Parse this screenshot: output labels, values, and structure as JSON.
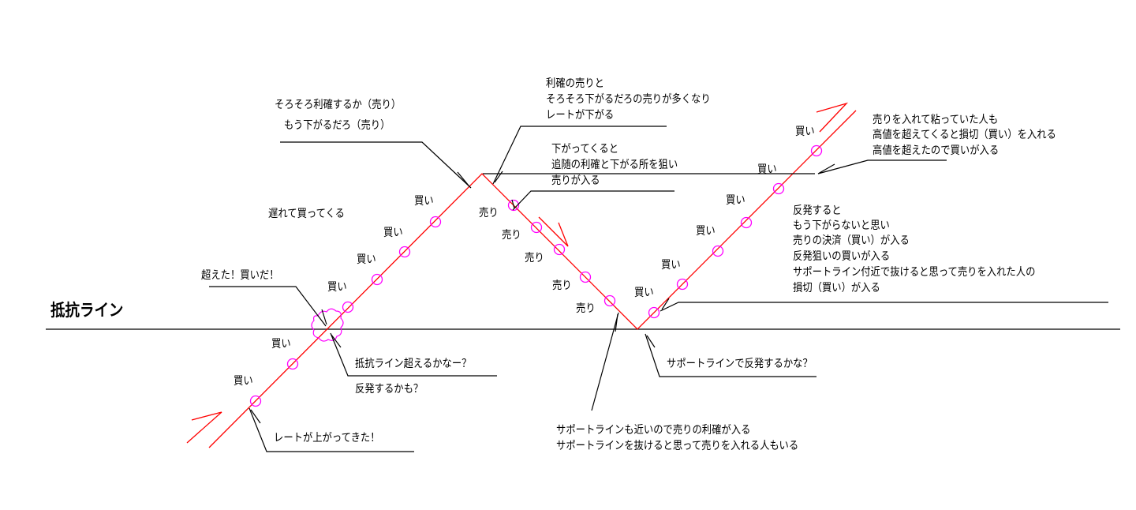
{
  "title": "抵抗ライン",
  "colors": {
    "price_line": "#ff0000",
    "markers": "#ff00ff",
    "annotation": "#000000"
  },
  "labels": {
    "buy": "買い",
    "sell": "売り"
  },
  "annotations": {
    "rising": "レートが上がってきた！",
    "resist_q1": "抵抗ライン超えるかなー？",
    "resist_q2": "反発するかも？",
    "crossed": "超えた！買いだ！",
    "late": "遅れて買ってくる",
    "profit_l1": "そろそろ利確するか（売り）",
    "profit_l2": "もう下がるだろ（売り）",
    "peak_l1": "利確の売りと",
    "peak_l2": "そろそろ下がるだろの売りが多くなり",
    "peak_l3": "レートが下がる",
    "fall_l1": "下がってくると",
    "fall_l2": "追随の利確と下がる所を狙い",
    "fall_l3": "売りが入る",
    "support_q": "サポートラインで反発するかな？",
    "support_l1": "サポートラインも近いので売りの利確が入る",
    "support_l2": "サポートラインを抜けると思って売りを入れる人もいる",
    "rebound_l1": "反発すると",
    "rebound_l2": "もう下がらないと思い",
    "rebound_l3": "売りの決済（買い）が入る",
    "rebound_l4": "反発狙いの買いが入る",
    "rebound_l5": "サポートライン付近で抜けると思って売りを入れた人の",
    "rebound_l6": "損切（買い）が入る",
    "high_l1": "売りを入れて粘っていた人も",
    "high_l2": "高値を超えてくると損切（買い）を入れる",
    "high_l3": "高値を超えたので買いが入る"
  }
}
